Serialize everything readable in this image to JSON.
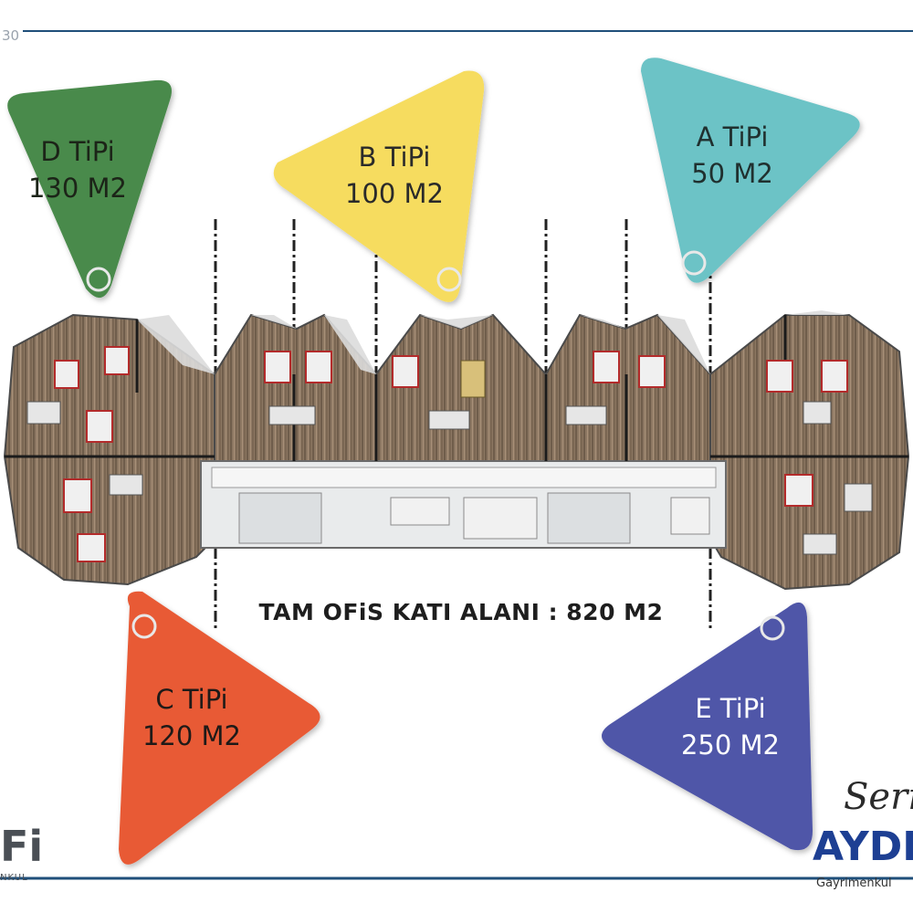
{
  "page": {
    "number_fragment": "30"
  },
  "units": [
    {
      "id": "D",
      "name": "D TiPi",
      "area": "130 M2",
      "color": "#4a8a4b",
      "text_color": "#1c2418"
    },
    {
      "id": "B",
      "name": "B TiPi",
      "area": "100 M2",
      "color": "#f6dc5e",
      "text_color": "#2a2a2a"
    },
    {
      "id": "A",
      "name": "A TiPi",
      "area": "50 M2",
      "color": "#6cc3c6",
      "text_color": "#20302f"
    },
    {
      "id": "C",
      "name": "C TiPi",
      "area": "120 M2",
      "color": "#e85a36",
      "text_color": "#1e1a18"
    },
    {
      "id": "E",
      "name": "E TiPi",
      "area": "250 M2",
      "color": "#4f56a8",
      "text_color": "#ffffff"
    }
  ],
  "total_area_label": "TAM OFiS KATI ALANI : 820 M2",
  "branding": {
    "left_mark": "Fi",
    "left_sub": "NKUL",
    "right_script": "Serm",
    "right_name": "AYDE",
    "right_sub": "Gayrimenkul"
  },
  "colors": {
    "frame_line": "#1f4f7a",
    "floor_wood": "#8f7a63",
    "core": "#e9ebec"
  }
}
